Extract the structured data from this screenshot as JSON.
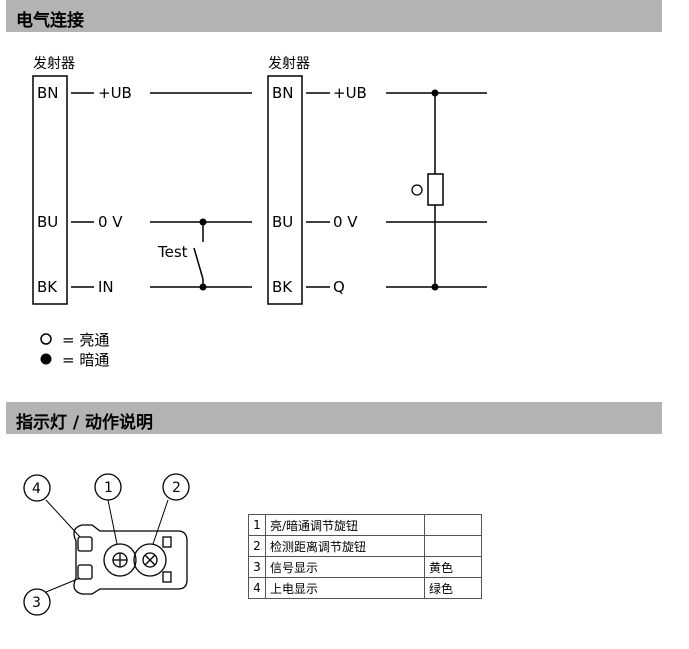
{
  "sections": {
    "electrical": "电气连接",
    "indicators": "指示灯 / 动作说明"
  },
  "emitter": {
    "title": "发射器",
    "pins": [
      "BN",
      "BU",
      "BK"
    ],
    "signals": [
      "+UB",
      "0 V",
      "IN"
    ],
    "switch_label": "Test"
  },
  "receiver": {
    "title": "发射器",
    "pins": [
      "BN",
      "BU",
      "BK"
    ],
    "signals": [
      "+UB",
      "0 V",
      "Q"
    ],
    "output_symbol": "○"
  },
  "legend": [
    {
      "symbol": "○",
      "text": "= 亮通"
    },
    {
      "symbol": "●",
      "text": "= 暗通"
    }
  ],
  "callouts": [
    "1",
    "2",
    "3",
    "4"
  ],
  "led_table": [
    {
      "num": "1",
      "desc": "亮/暗通调节旋钮",
      "color": ""
    },
    {
      "num": "2",
      "desc": "检测距离调节旋钮",
      "color": ""
    },
    {
      "num": "3",
      "desc": "信号显示",
      "color": "黄色"
    },
    {
      "num": "4",
      "desc": "上电显示",
      "color": "绿色"
    }
  ]
}
